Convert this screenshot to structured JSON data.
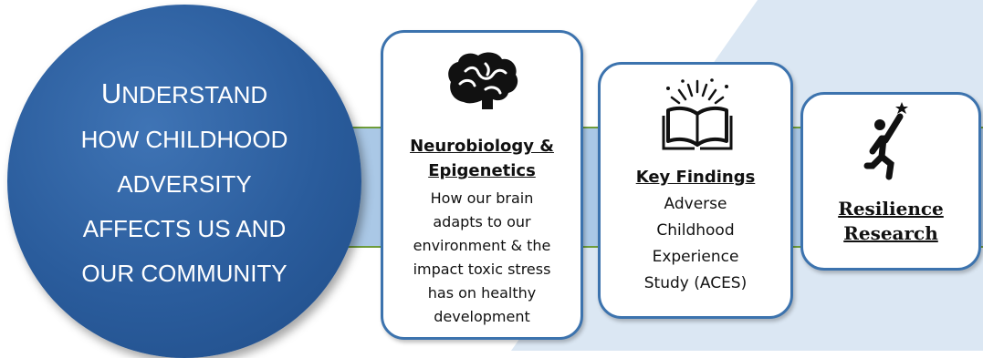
{
  "circle": {
    "lines": [
      {
        "first": "U",
        "rest": "NDERSTAND"
      },
      {
        "text": "HOW CHILDHOOD"
      },
      {
        "text": "ADVERSITY"
      },
      {
        "text": "AFFECTS US AND"
      },
      {
        "text": "OUR COMMUNITY"
      }
    ]
  },
  "cards": [
    {
      "icon": "brain-icon",
      "heading_lines": [
        "Neurobiology &",
        "Epigenetics"
      ],
      "desc_lines": [
        "How our brain",
        "adapts to our",
        "environment & the",
        "impact toxic stress",
        "has on healthy",
        "development"
      ]
    },
    {
      "icon": "open-book-icon",
      "heading_lines": [
        "Key Findings"
      ],
      "desc_lines": [
        "Adverse",
        "Childhood",
        "Experience",
        "Study (ACES)"
      ]
    },
    {
      "icon": "person-reaching-star-icon",
      "heading_lines": [
        "Resilience",
        "Research"
      ],
      "desc_lines": []
    }
  ],
  "colors": {
    "circle": "#2a5c9c",
    "card_border": "#3c73ae",
    "band": "#aac8e6",
    "band_border": "#6e9c3a",
    "background_triangle": "#dbe7f3"
  }
}
